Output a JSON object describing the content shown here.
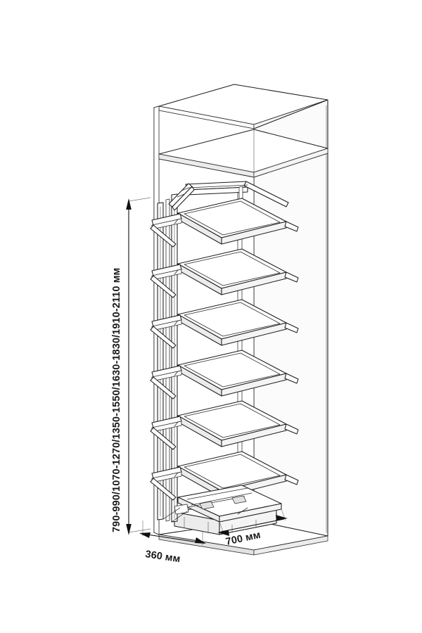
{
  "drawing": {
    "kind": "isometric-technical-drawing",
    "subject": "tall pull-out pantry cabinet with wire basket trays",
    "background_color": "#ffffff",
    "line_color": "#1c1c1c"
  },
  "dimensions": {
    "height": {
      "label": "790-990/1070-1270/1350-1550/1630-1830/1910-2110 мм",
      "orientation": "vertical",
      "unit": "мм",
      "options": [
        "790-990",
        "1070-1270",
        "1350-1550",
        "1630-1830",
        "1910-2110"
      ]
    },
    "width": {
      "label": "360 мм",
      "orientation": "horizontal-front",
      "value": 360,
      "unit": "мм"
    },
    "depth": {
      "label": "700 мм",
      "orientation": "diagonal-depth",
      "value": 700,
      "unit": "мм"
    }
  },
  "cabinet": {
    "name": "cabinet-body",
    "top_compartment": "open shelf compartment",
    "shelf_count": 1,
    "basket_count": 6,
    "has_base_plinth": true,
    "has_top_hanger_frame": true
  },
  "baskets": [
    {
      "index": 1,
      "name": "basket-tray-1"
    },
    {
      "index": 2,
      "name": "basket-tray-2"
    },
    {
      "index": 3,
      "name": "basket-tray-3"
    },
    {
      "index": 4,
      "name": "basket-tray-4"
    },
    {
      "index": 5,
      "name": "basket-tray-5"
    },
    {
      "index": 6,
      "name": "basket-tray-6"
    }
  ]
}
